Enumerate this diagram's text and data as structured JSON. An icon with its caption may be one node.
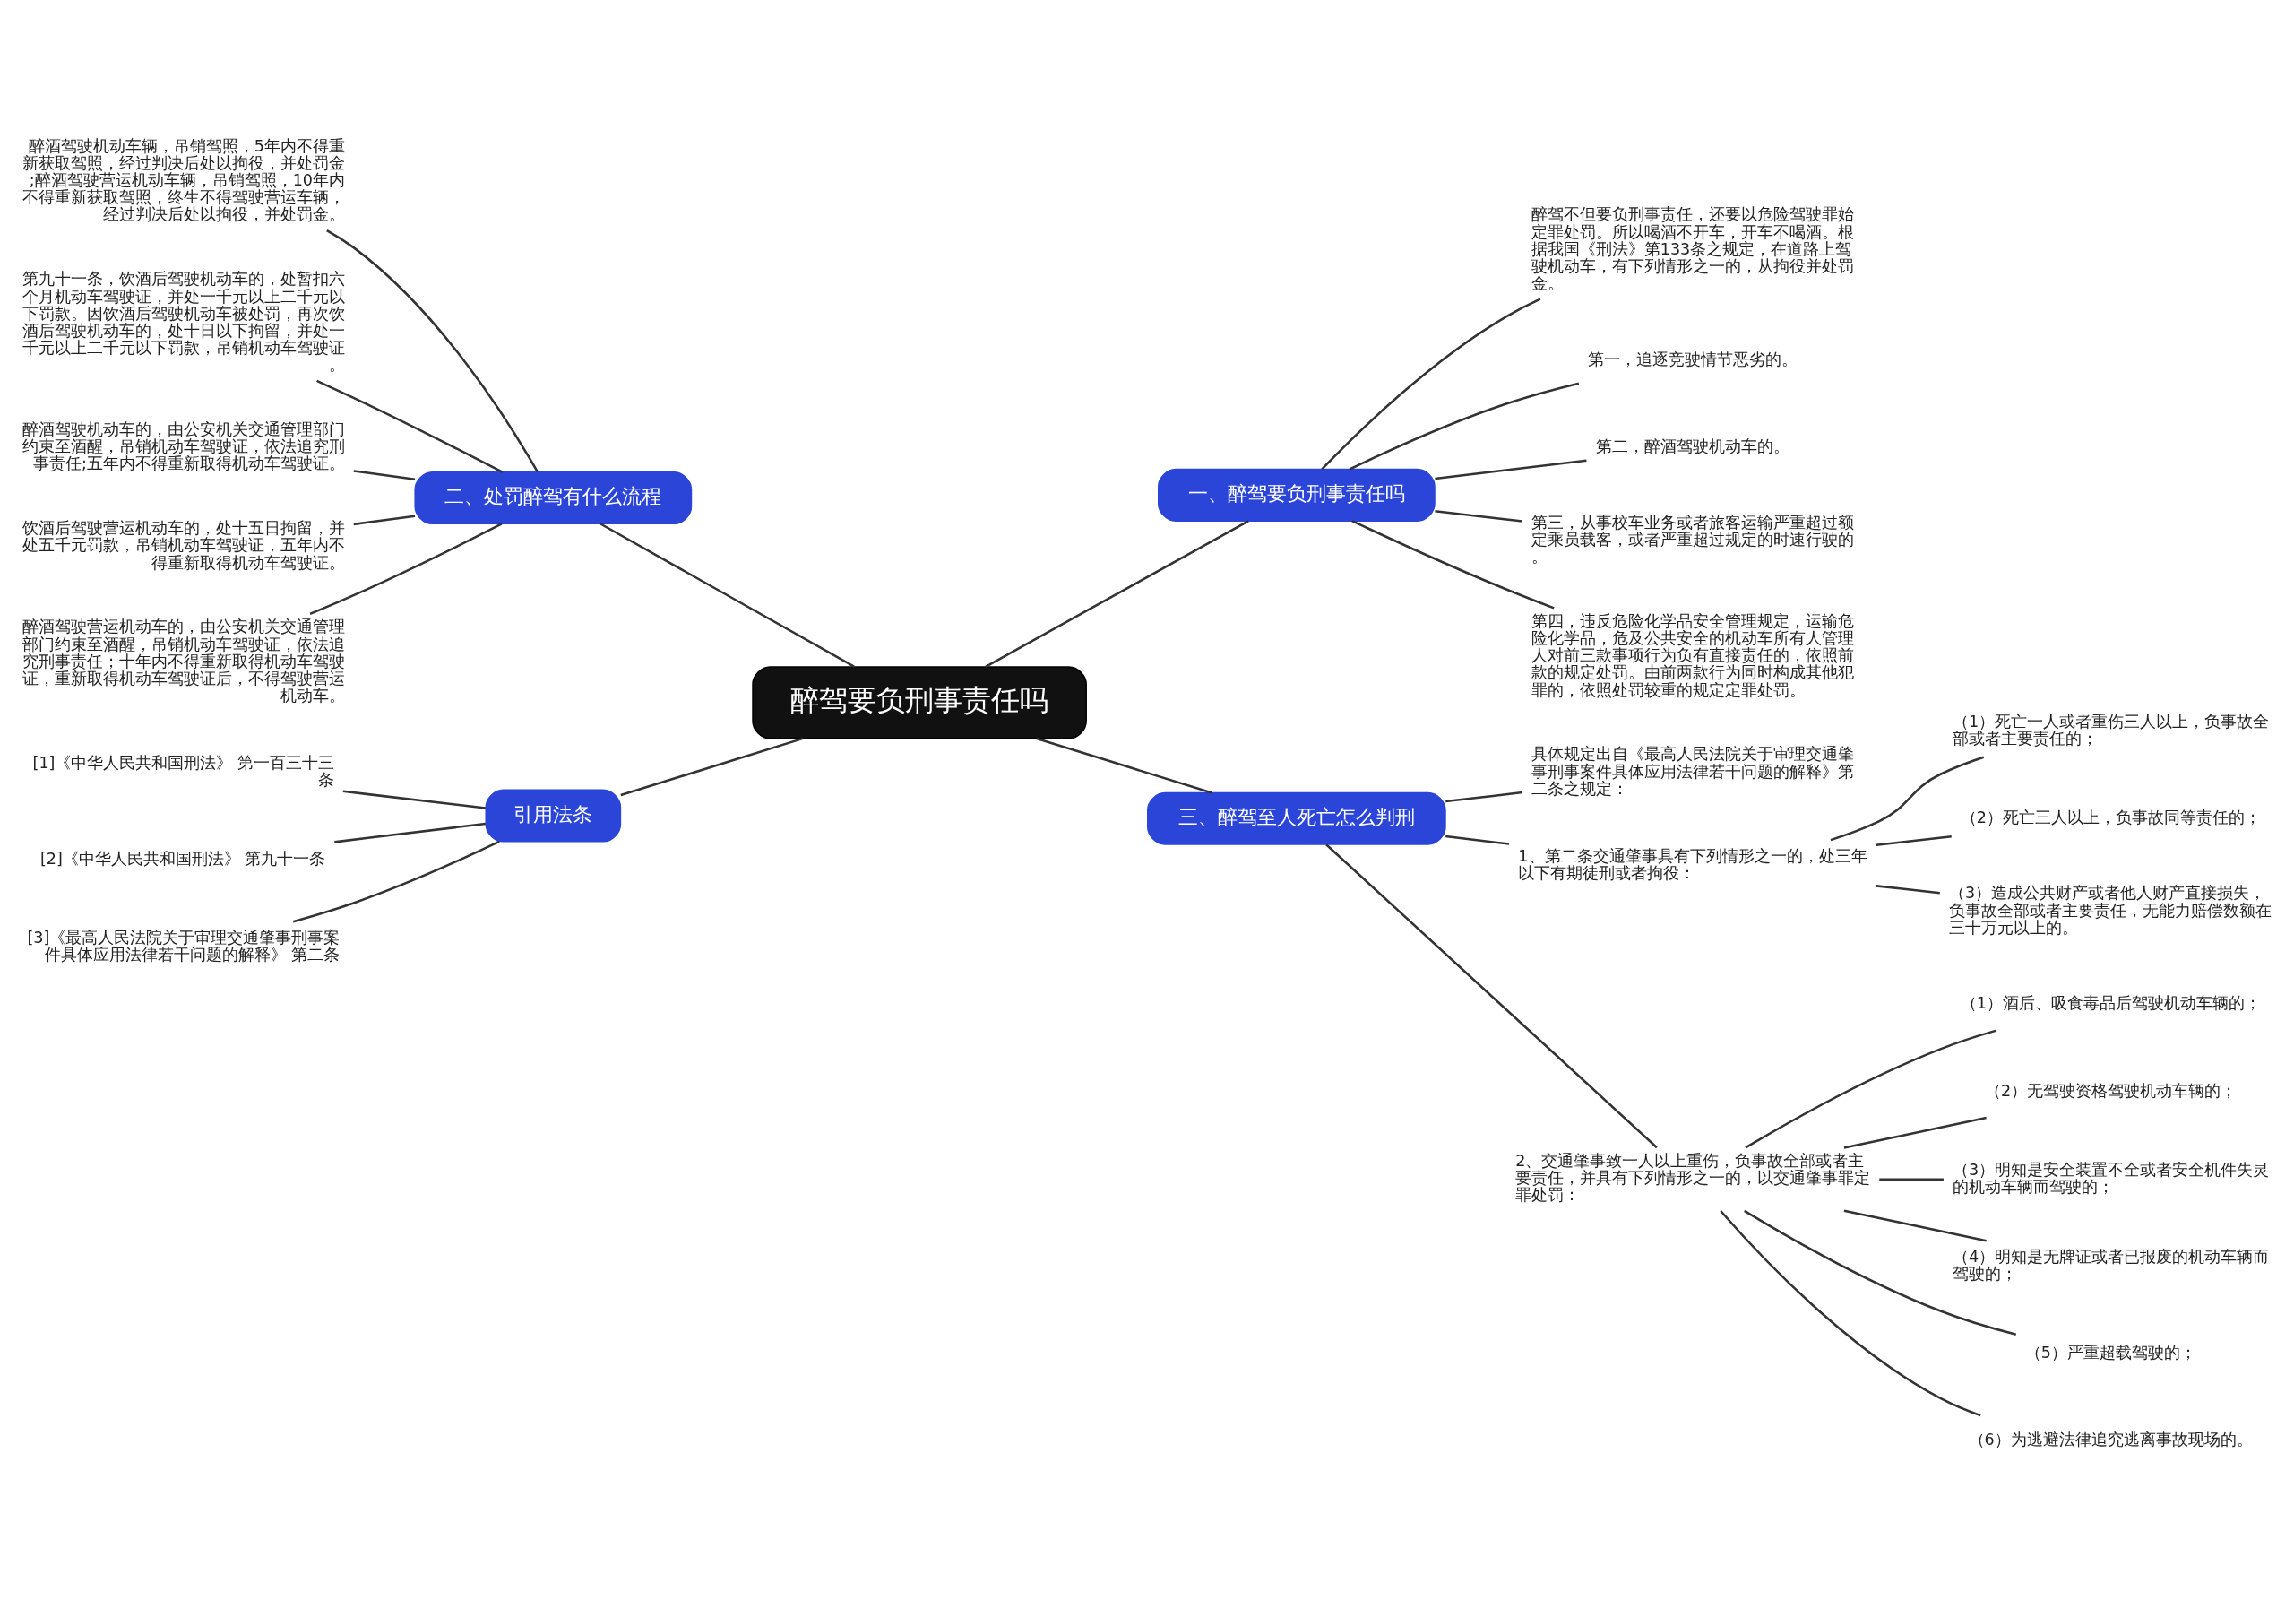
{
  "diagram": {
    "nodes": [
      {
        "text": [
          "醉驾要负刑事责任吗"
        ]
      },
      {
        "text": [
          "一、醉驾要负刑事责任吗"
        ]
      },
      {
        "text": [
          "醉驾不但要负刑事责任，还要以危险驾驶罪始定罪处罚。所以喝酒不开车，开车不喝酒。根据我国《刑法》第133条之规定，在道路上驾驶机动车，有下列情形之一的，从拘役并处罚金。"
        ]
      },
      {
        "text": [
          "第一，追逐竞驶情节恶劣的。"
        ]
      },
      {
        "text": [
          "第二，醉酒驾驶机动车的。"
        ]
      },
      {
        "text": [
          "第三，从事校车业务或者旅客运输严重超过额定乘员载客，或者严重超过规定的时速行驶的。"
        ]
      },
      {
        "text": [
          "第四，违反危险化学品安全管理规定，运输危险化学品，危及公共安全的机动车所有人管理人对前三款事项行为负有直接责任的，依照前款的规定处罚。由前两款行为同时构成其他犯罪的，依照处罚较重的规定定罪处罚。"
        ]
      },
      {
        "text": [
          "二、处罚醉驾有什么流程"
        ]
      },
      {
        "text": [
          "醉酒驾驶机动车辆，吊销驾照，5年内不得重新获取驾照，经过判决后处以拘役，并处罚金;醉酒驾驶营运机动车辆，吊销驾照，10年内不得重新获取驾照，终生不得驾驶营运车辆，经过判决后处以拘役，并处罚金。"
        ]
      },
      {
        "text": [
          "第九十一条，饮酒后驾驶机动车的，处暂扣六个月机动车驾驶证，并处一千元以上二千元以下罚款。因饮酒后驾驶机动车被处罚，再次饮酒后驾驶机动车的，处十日以下拘留，并处一千元以上二千元以下罚款，吊销机动车驾驶证。"
        ]
      },
      {
        "text": [
          "醉酒驾驶机动车的，由公安机关交通管理部门约束至酒醒，吊销机动车驾驶证，依法追究刑事责任;五年内不得重新取得机动车驾驶证。"
        ]
      },
      {
        "text": [
          "饮酒后驾驶营运机动车的，处十五日拘留，并处五千元罚款，吊销机动车驾驶证，五年内不得重新取得机动车驾驶证。"
        ]
      },
      {
        "text": [
          "醉酒驾驶营运机动车的，由公安机关交通管理部门约束至酒醒，吊销机动车驾驶证，依法追究刑事责任；十年内不得重新取得机动车驾驶证，重新取得机动车驾驶证后，不得驾驶营运机动车。"
        ]
      },
      {
        "text": [
          "引用法条"
        ]
      },
      {
        "text": [
          "[1]《中华人民共和国刑法》 第一百三十三条"
        ]
      },
      {
        "text": [
          "[2]《中华人民共和国刑法》 第九十一条"
        ]
      },
      {
        "text": [
          "[3]《最高人民法院关于审理交通肇事刑事案件具体应用法律若干问题的解释》 第二条"
        ]
      },
      {
        "text": [
          "三、醉驾至人死亡怎么判刑"
        ]
      },
      {
        "text": [
          "具体规定出自《最高人民法院关于审理交通肇事刑事案件具体应用法律若干问题的解释》第二条之规定："
        ]
      },
      {
        "text": [
          "1、第二条交通肇事具有下列情形之一的，处三年以下有期徒刑或者拘役："
        ]
      },
      {
        "text": [
          "（1）死亡一人或者重伤三人以上，负事故全部或者主要责任的；"
        ]
      },
      {
        "text": [
          "（2）死亡三人以上，负事故同等责任的；"
        ]
      },
      {
        "text": [
          "（3）造成公共财产或者他人财产直接损失，负事故全部或者主要责任，无能力赔偿数额在三十万元以上的。"
        ]
      },
      {
        "text": [
          "2、交通肇事致一人以上重伤，负事故全部或者主要责任，并具有下列情形之一的，以交通肇事罪定罪处罚："
        ]
      },
      {
        "text": [
          "（1）酒后、吸食毒品后驾驶机动车辆的；"
        ]
      },
      {
        "text": [
          "（2）无驾驶资格驾驶机动车辆的；"
        ]
      },
      {
        "text": [
          "（3）明知是安全装置不全或者安全机件失灵的机动车辆而驾驶的；"
        ]
      },
      {
        "text": [
          "（4）明知是无牌证或者已报废的机动车辆而驾驶的；"
        ]
      },
      {
        "text": [
          "（5）严重超载驾驶的；"
        ]
      },
      {
        "text": [
          "（6）为逃避法律追究逃离事故现场的。"
        ]
      }
    ],
    "edges": [
      {
        "from": 0,
        "to": 1,
        "arrow": "none"
      },
      {
        "from": 1,
        "to": 2,
        "arrow": "none"
      },
      {
        "from": 1,
        "to": 3,
        "arrow": "none"
      },
      {
        "from": 1,
        "to": 4,
        "arrow": "none"
      },
      {
        "from": 1,
        "to": 5,
        "arrow": "none"
      },
      {
        "from": 1,
        "to": 6,
        "arrow": "none"
      },
      {
        "from": 0,
        "to": 7,
        "arrow": "none"
      },
      {
        "from": 7,
        "to": 8,
        "arrow": "none"
      },
      {
        "from": 7,
        "to": 9,
        "arrow": "none"
      },
      {
        "from": 7,
        "to": 10,
        "arrow": "none"
      },
      {
        "from": 7,
        "to": 11,
        "arrow": "none"
      },
      {
        "from": 7,
        "to": 12,
        "arrow": "none"
      },
      {
        "from": 0,
        "to": 13,
        "arrow": "none"
      },
      {
        "from": 13,
        "to": 14,
        "arrow": "none"
      },
      {
        "from": 13,
        "to": 15,
        "arrow": "none"
      },
      {
        "from": 13,
        "to": 16,
        "arrow": "none"
      },
      {
        "from": 0,
        "to": 17,
        "arrow": "none"
      },
      {
        "from": 17,
        "to": 18,
        "arrow": "none"
      },
      {
        "from": 17,
        "to": 19,
        "arrow": "none"
      },
      {
        "from": 19,
        "to": 20,
        "arrow": "none"
      },
      {
        "from": 19,
        "to": 21,
        "arrow": "none"
      },
      {
        "from": 19,
        "to": 22,
        "arrow": "none"
      },
      {
        "from": 17,
        "to": 23,
        "arrow": "none"
      },
      {
        "from": 23,
        "to": 24,
        "arrow": "none"
      },
      {
        "from": 23,
        "to": 25,
        "arrow": "none"
      },
      {
        "from": 23,
        "to": 26,
        "arrow": "none"
      },
      {
        "from": 23,
        "to": 27,
        "arrow": "none"
      },
      {
        "from": 23,
        "to": 28,
        "arrow": "none"
      },
      {
        "from": 23,
        "to": 29,
        "arrow": "none"
      }
    ]
  }
}
